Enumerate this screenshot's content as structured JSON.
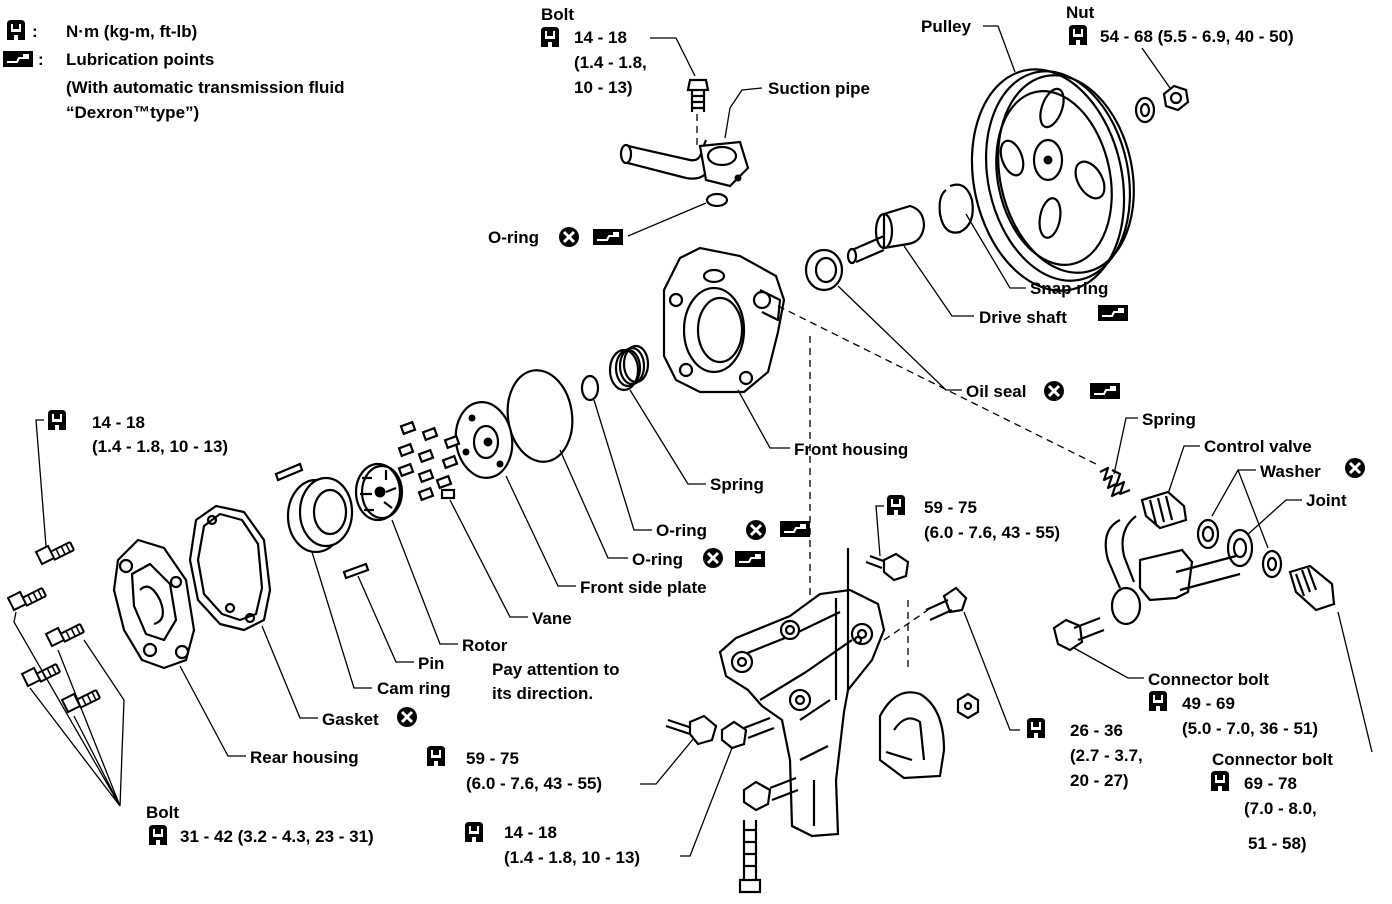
{
  "legend": {
    "torque_unit": "N·m (kg-m, ft-lb)",
    "lube_title": "Lubrication points",
    "lube_note_1": "(With automatic transmission fluid",
    "lube_note_2": "“Dexron™type”)"
  },
  "labels": {
    "bolt_top_title": "Bolt",
    "bolt_top_l1": "14 - 18",
    "bolt_top_l2": "(1.4 - 1.8,",
    "bolt_top_l3": "10 - 13)",
    "suction_pipe": "Suction pipe",
    "pulley": "Pulley",
    "nut_title": "Nut",
    "nut_val": "54 - 68 (5.5 - 6.9, 40 - 50)",
    "o_ring_top": "O-ring",
    "snap_ring": "Snap ring",
    "drive_shaft": "Drive shaft",
    "oil_seal": "Oil seal",
    "spring_right": "Spring",
    "control_valve": "Control valve",
    "washer": "Washer",
    "joint": "Joint",
    "front_housing": "Front housing",
    "spring_mid": "Spring",
    "torque_left_l1": "14 - 18",
    "torque_left_l2": "(1.4 - 1.8, 10 - 13)",
    "torque_59a_l1": "59 - 75",
    "torque_59a_l2": "(6.0 - 7.6, 43 - 55)",
    "o_ring_1": "O-ring",
    "o_ring_2": "O-ring",
    "front_side_plate": "Front side plate",
    "vane": "Vane",
    "rotor": "Rotor",
    "pin": "Pin",
    "cam_ring": "Cam ring",
    "pay_attention_1": "Pay attention to",
    "pay_attention_2": "its direction.",
    "gasket": "Gasket",
    "rear_housing": "Rear housing",
    "connector_bolt_1": "Connector bolt",
    "cb1_l1": "49 - 69",
    "cb1_l2": "(5.0 - 7.0, 36 - 51)",
    "torque_26_l1": "26 - 36",
    "torque_26_l2": "(2.7 - 3.7,",
    "torque_26_l3": "20 - 27)",
    "connector_bolt_2": "Connector bolt",
    "cb2_l1": "69 - 78",
    "cb2_l2": "(7.0 - 8.0,",
    "cb2_l3": "51 - 58)",
    "torque_59b_l1": "59 - 75",
    "torque_59b_l2": "(6.0 - 7.6, 43 - 55)",
    "bolt_bottom_title": "Bolt",
    "bolt_bottom_val": "31 - 42 (3.2 - 4.3, 23 - 31)",
    "torque_bottom_l1": "14 - 18",
    "torque_bottom_l2": "(1.4 - 1.8, 10 - 13)"
  }
}
